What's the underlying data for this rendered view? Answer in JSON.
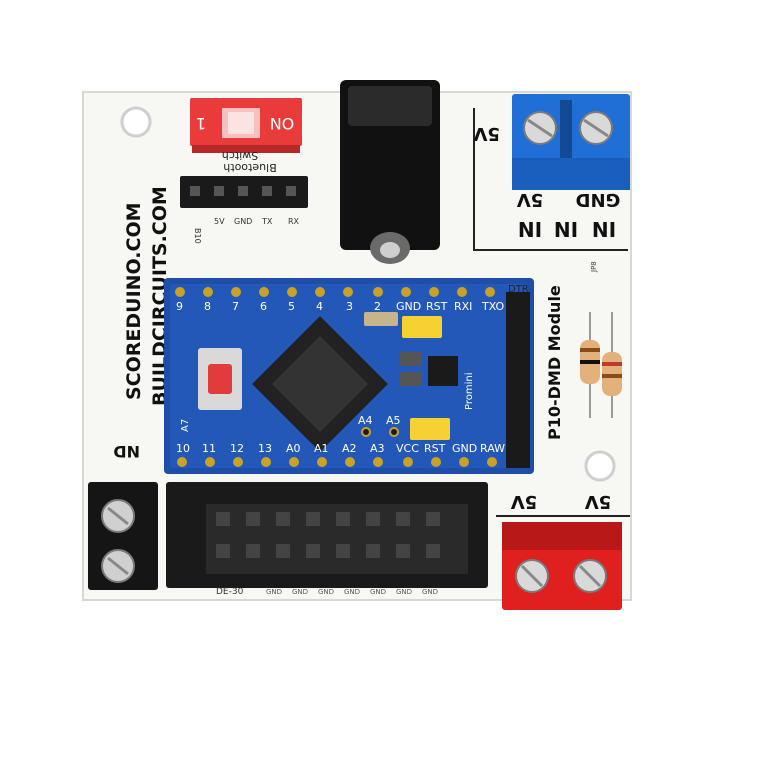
{
  "board": {
    "side_text_1": "SCOREDUINO.COM",
    "side_text_2": "BUILDCIRCUITS.COM",
    "module_label": "P10-DMD Module",
    "jumper_label": "JP8"
  },
  "dip_switch": {
    "num": "1",
    "on": "ON"
  },
  "bluetooth": {
    "title_line1": "Bluetooth",
    "title_line2": "Switch",
    "pins": [
      "B10",
      "5V",
      "GND",
      "TX",
      "RX"
    ]
  },
  "terminals": {
    "blue": {
      "top_label": "5V",
      "in1": "5V",
      "in2": "GND",
      "bottom1": "IN",
      "bottom2": "IN",
      "bottom3": "IN"
    },
    "red": {
      "left": "5V",
      "right": "5V"
    },
    "black_label": "ND"
  },
  "arduino": {
    "top_pins": [
      "9",
      "8",
      "7",
      "6",
      "5",
      "4",
      "3",
      "2",
      "GND",
      "RST",
      "RXI",
      "TXO"
    ],
    "bottom_pins": [
      "10",
      "11",
      "12",
      "13",
      "A0",
      "A1",
      "A2",
      "A3",
      "VCC",
      "RST",
      "GND",
      "RAW"
    ],
    "extra_pins": [
      "A4",
      "A5"
    ],
    "right_label": "DTR",
    "side_text": "Promini",
    "left_label": "A7"
  },
  "header": {
    "pin_label": "GND",
    "corner_label": "DE-30"
  }
}
